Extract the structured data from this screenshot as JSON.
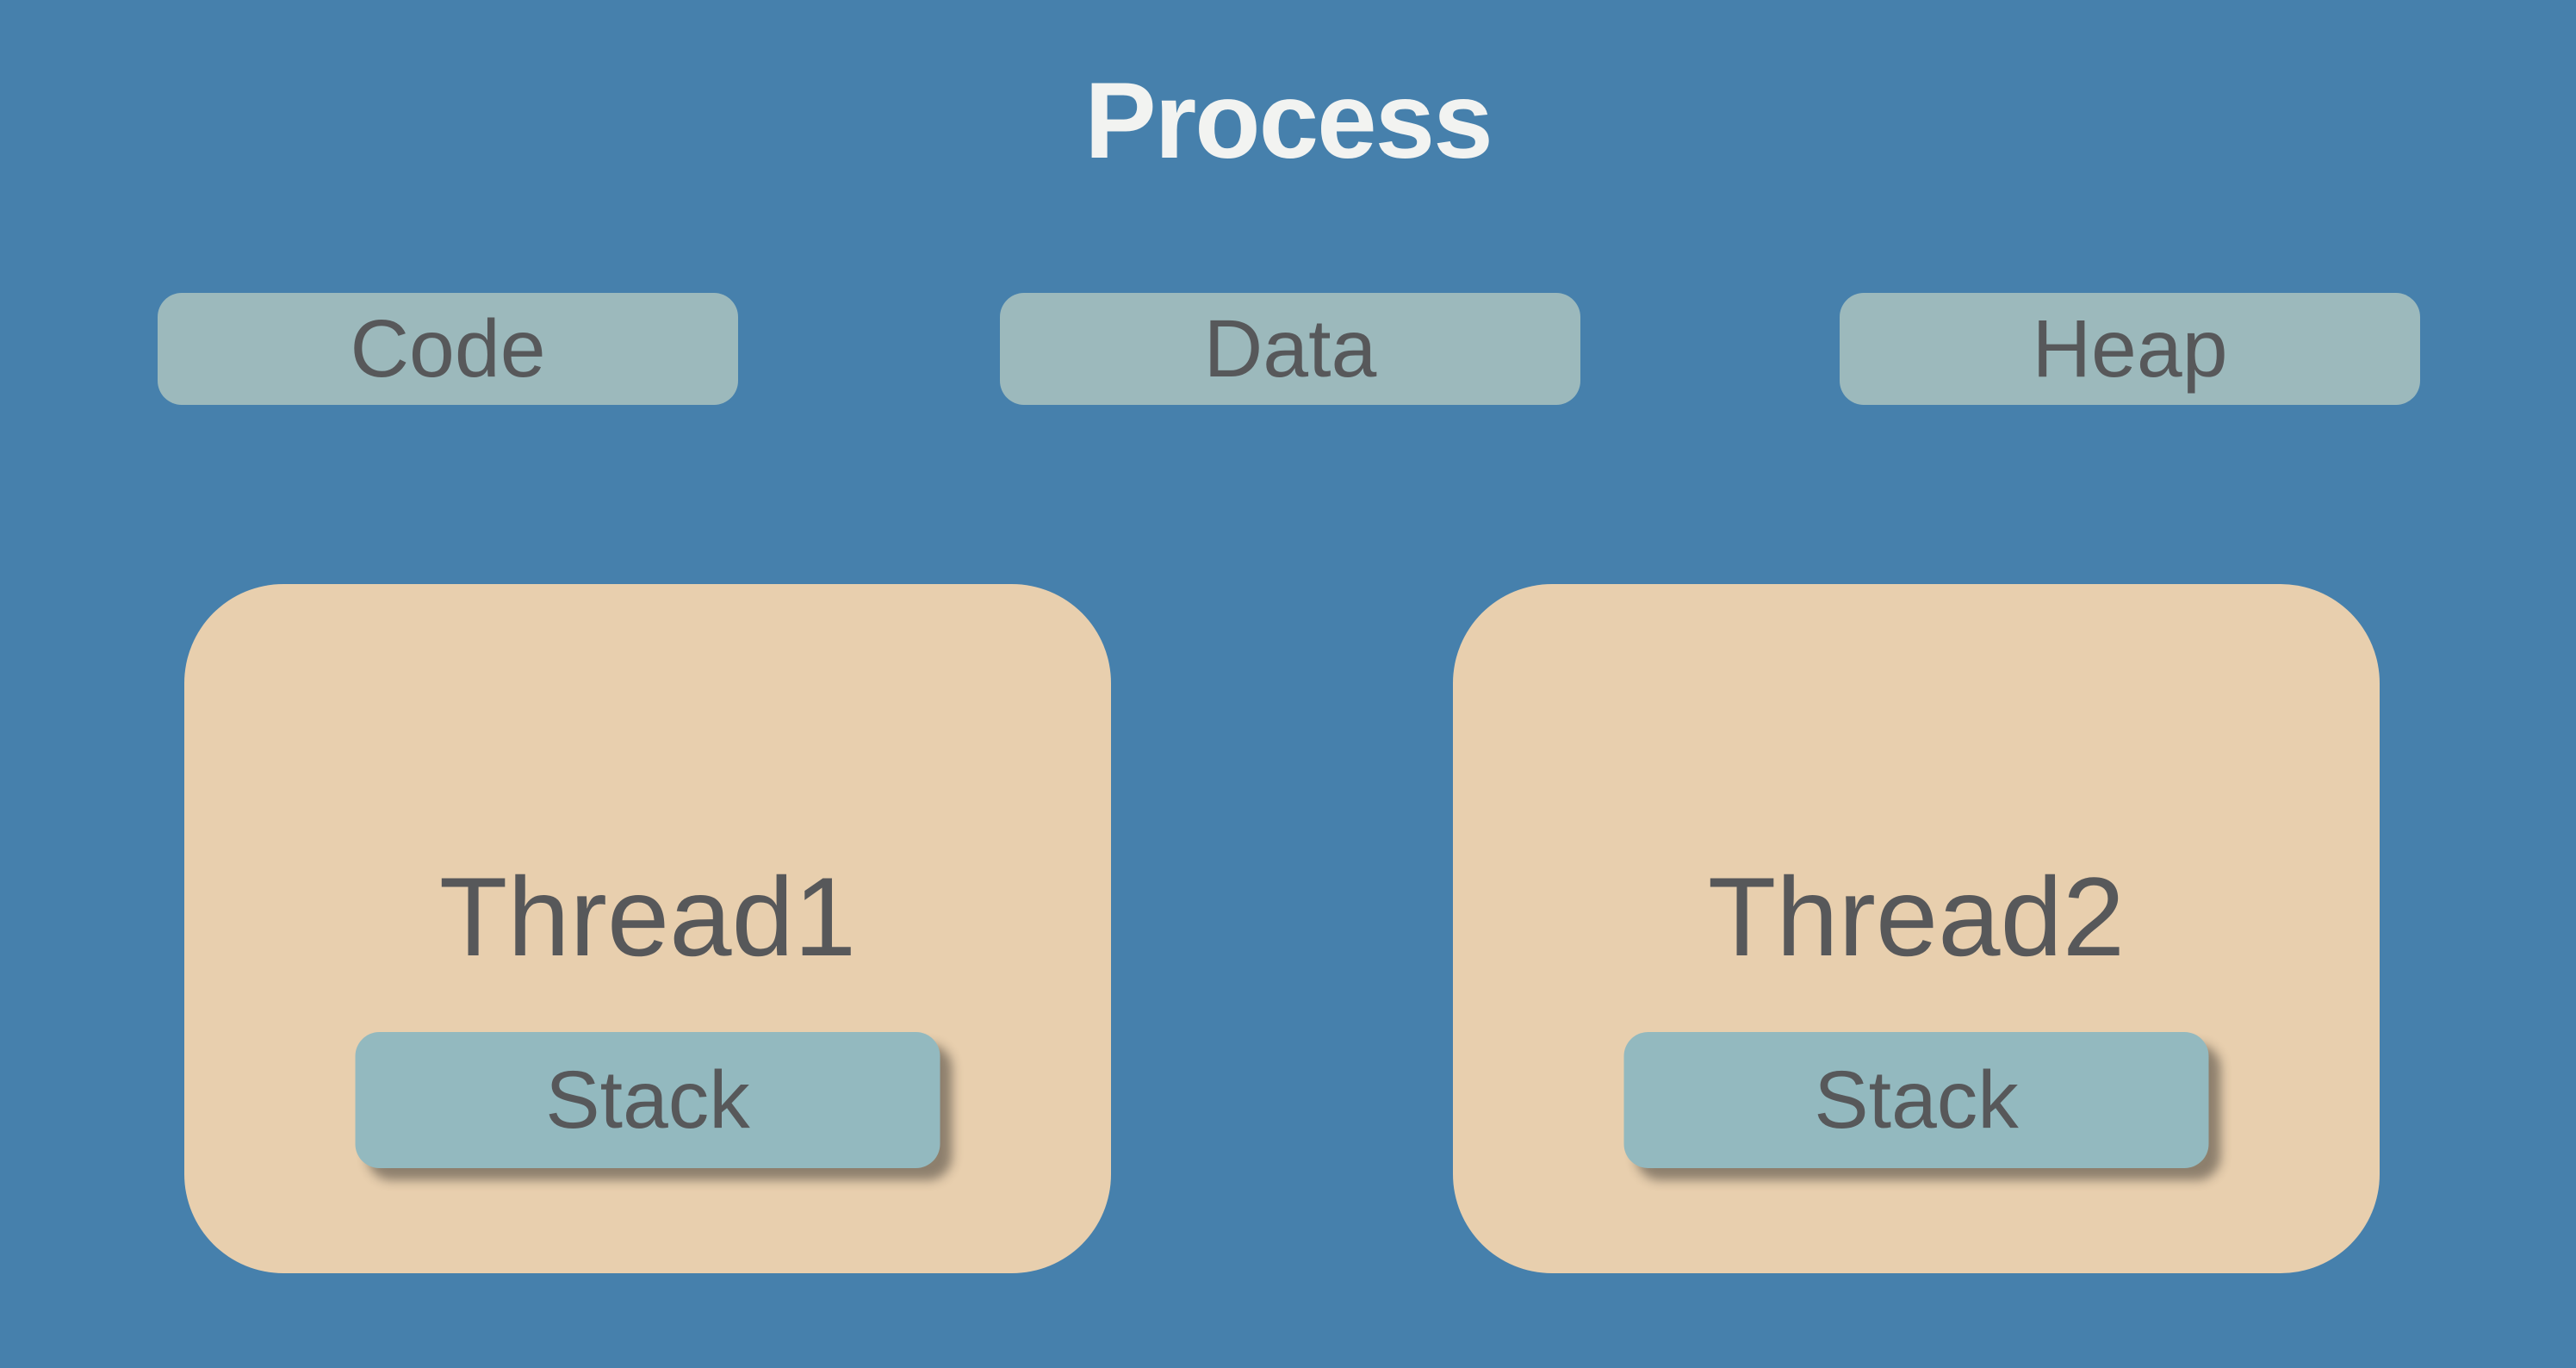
{
  "title": "Process",
  "segments": [
    {
      "label": "Code"
    },
    {
      "label": "Data"
    },
    {
      "label": "Heap"
    }
  ],
  "threads": [
    {
      "name": "Thread1",
      "stack_label": "Stack"
    },
    {
      "name": "Thread2",
      "stack_label": "Stack"
    }
  ],
  "colors": {
    "background": "#4680AC",
    "segment_fill": "#9CB9BC",
    "thread_fill": "#E8CFAE",
    "stack_fill": "#93B9BF",
    "label_text": "#57585A",
    "title_text": "#F2F3F1"
  }
}
